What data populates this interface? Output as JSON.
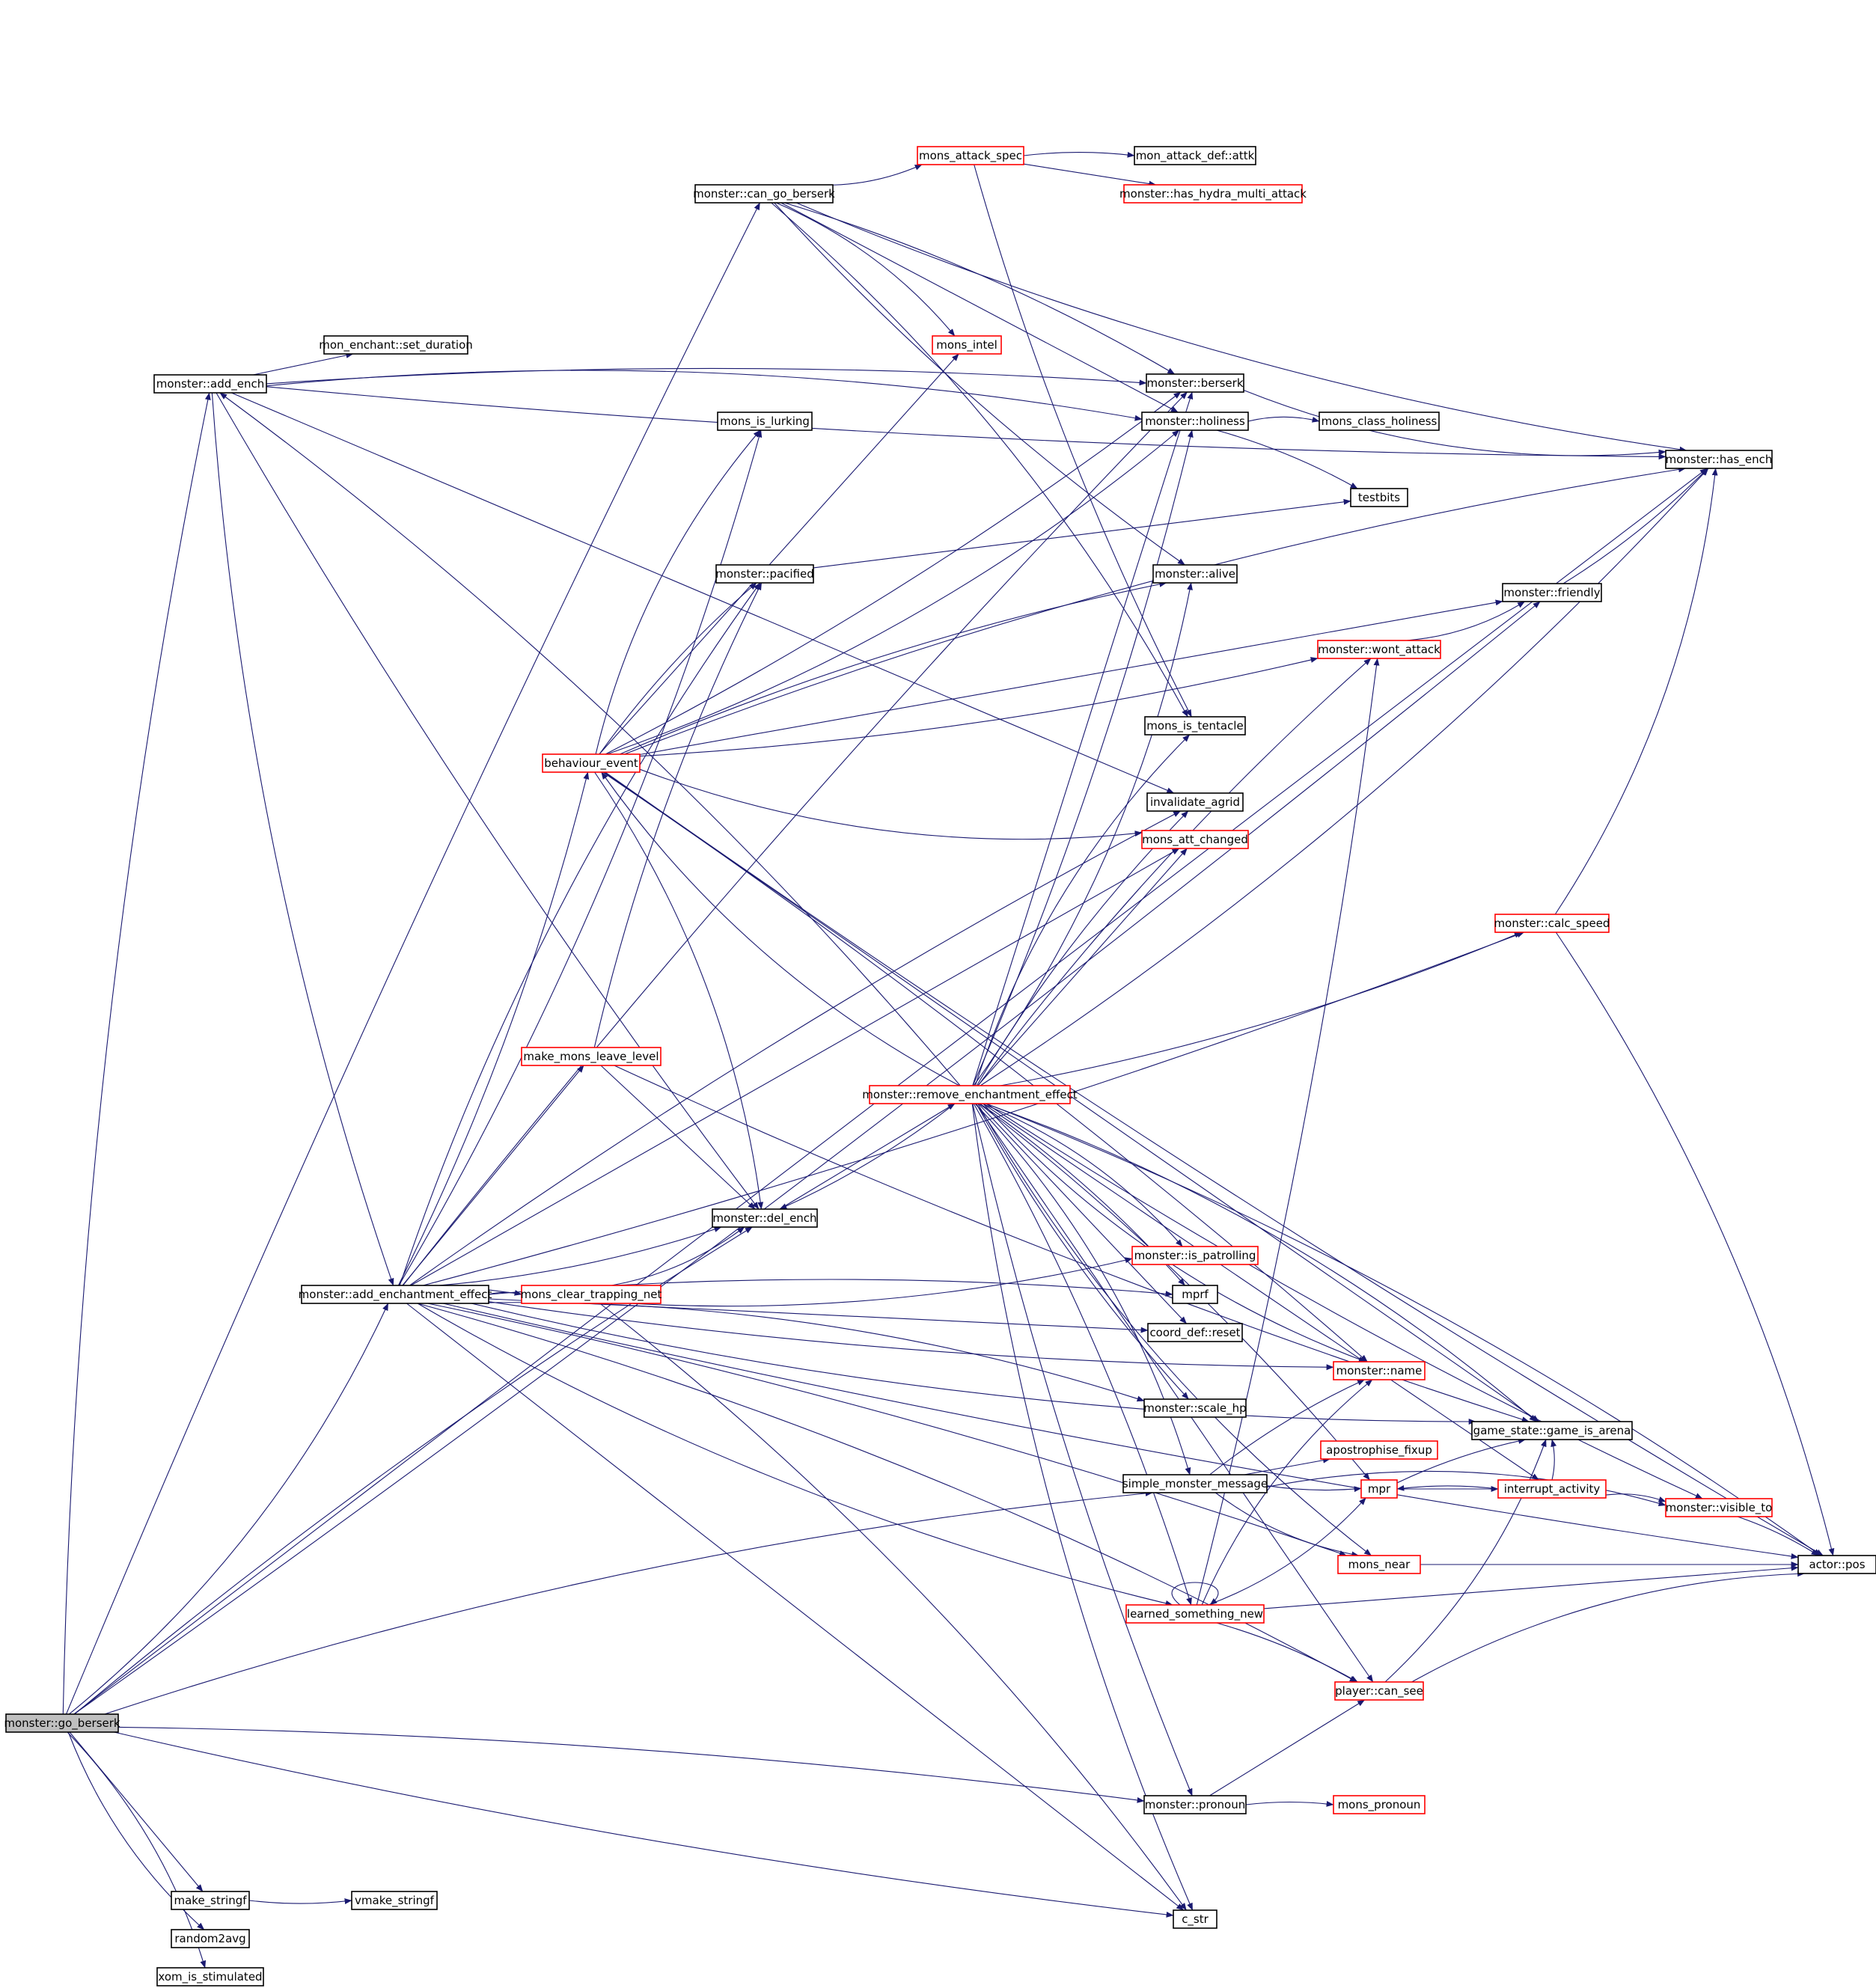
{
  "colors": {
    "edge": "#191970",
    "node_border_default": "#000000",
    "node_border_truncated": "#ff0000",
    "node_fill_focus": "#bfbfbf",
    "node_fill": "#ffffff"
  },
  "nodes": [
    {
      "id": "go_berserk",
      "label": "monster::go_berserk",
      "style": "focus"
    },
    {
      "id": "add_ench",
      "label": "monster::add_ench",
      "style": "normal"
    },
    {
      "id": "set_duration",
      "label": "mon_enchant::set_duration",
      "style": "normal"
    },
    {
      "id": "can_go_berserk",
      "label": "monster::can_go_berserk",
      "style": "normal"
    },
    {
      "id": "mons_attack_spec",
      "label": "mons_attack_spec",
      "style": "truncated"
    },
    {
      "id": "attk",
      "label": "mon_attack_def::attk",
      "style": "normal"
    },
    {
      "id": "has_hydra",
      "label": "monster::has_hydra_multi_attack",
      "style": "truncated"
    },
    {
      "id": "mons_intel",
      "label": "mons_intel",
      "style": "truncated"
    },
    {
      "id": "berserk",
      "label": "monster::berserk",
      "style": "normal"
    },
    {
      "id": "holiness",
      "label": "monster::holiness",
      "style": "normal"
    },
    {
      "id": "class_holiness",
      "label": "mons_class_holiness",
      "style": "normal"
    },
    {
      "id": "has_ench",
      "label": "monster::has_ench",
      "style": "normal"
    },
    {
      "id": "testbits",
      "label": "testbits",
      "style": "normal"
    },
    {
      "id": "lurking",
      "label": "mons_is_lurking",
      "style": "normal"
    },
    {
      "id": "pacified",
      "label": "monster::pacified",
      "style": "normal"
    },
    {
      "id": "alive",
      "label": "monster::alive",
      "style": "normal"
    },
    {
      "id": "friendly",
      "label": "monster::friendly",
      "style": "normal"
    },
    {
      "id": "wont_attack",
      "label": "monster::wont_attack",
      "style": "truncated"
    },
    {
      "id": "behaviour_event",
      "label": "behaviour_event",
      "style": "truncated"
    },
    {
      "id": "tentacle",
      "label": "mons_is_tentacle",
      "style": "normal"
    },
    {
      "id": "invalidate_agrid",
      "label": "invalidate_agrid",
      "style": "normal"
    },
    {
      "id": "att_changed",
      "label": "mons_att_changed",
      "style": "truncated"
    },
    {
      "id": "calc_speed",
      "label": "monster::calc_speed",
      "style": "truncated"
    },
    {
      "id": "leave_level",
      "label": "make_mons_leave_level",
      "style": "truncated"
    },
    {
      "id": "remove_effect",
      "label": "monster::remove_enchantment_effect",
      "style": "truncated"
    },
    {
      "id": "del_ench",
      "label": "monster::del_ench",
      "style": "normal"
    },
    {
      "id": "is_patrolling",
      "label": "monster::is_patrolling",
      "style": "truncated"
    },
    {
      "id": "add_effect",
      "label": "monster::add_enchantment_effect",
      "style": "normal"
    },
    {
      "id": "trapping_net",
      "label": "mons_clear_trapping_net",
      "style": "truncated"
    },
    {
      "id": "mprf",
      "label": "mprf",
      "style": "normal"
    },
    {
      "id": "coord_reset",
      "label": "coord_def::reset",
      "style": "normal"
    },
    {
      "id": "name",
      "label": "monster::name",
      "style": "truncated"
    },
    {
      "id": "scale_hp",
      "label": "monster::scale_hp",
      "style": "normal"
    },
    {
      "id": "game_is_arena",
      "label": "game_state::game_is_arena",
      "style": "normal"
    },
    {
      "id": "apostrophise",
      "label": "apostrophise_fixup",
      "style": "truncated"
    },
    {
      "id": "simple_msg",
      "label": "simple_monster_message",
      "style": "normal"
    },
    {
      "id": "mpr",
      "label": "mpr",
      "style": "truncated"
    },
    {
      "id": "interrupt",
      "label": "interrupt_activity",
      "style": "truncated"
    },
    {
      "id": "visible_to",
      "label": "monster::visible_to",
      "style": "truncated"
    },
    {
      "id": "mons_near",
      "label": "mons_near",
      "style": "truncated"
    },
    {
      "id": "actor_pos",
      "label": "actor::pos",
      "style": "normal"
    },
    {
      "id": "learned",
      "label": "learned_something_new",
      "style": "truncated"
    },
    {
      "id": "can_see",
      "label": "player::can_see",
      "style": "truncated"
    },
    {
      "id": "pronoun",
      "label": "monster::pronoun",
      "style": "normal"
    },
    {
      "id": "mons_pronoun",
      "label": "mons_pronoun",
      "style": "truncated"
    },
    {
      "id": "make_stringf",
      "label": "make_stringf",
      "style": "normal"
    },
    {
      "id": "vmake_stringf",
      "label": "vmake_stringf",
      "style": "normal"
    },
    {
      "id": "c_str",
      "label": "c_str",
      "style": "normal"
    },
    {
      "id": "random2avg",
      "label": "random2avg",
      "style": "normal"
    },
    {
      "id": "xom",
      "label": "xom_is_stimulated",
      "style": "normal"
    }
  ],
  "edges": [
    [
      "go_berserk",
      "add_ench"
    ],
    [
      "go_berserk",
      "can_go_berserk"
    ],
    [
      "go_berserk",
      "has_ench"
    ],
    [
      "go_berserk",
      "friendly"
    ],
    [
      "go_berserk",
      "add_effect"
    ],
    [
      "go_berserk",
      "simple_msg"
    ],
    [
      "go_berserk",
      "pronoun"
    ],
    [
      "go_berserk",
      "make_stringf"
    ],
    [
      "go_berserk",
      "c_str"
    ],
    [
      "go_berserk",
      "random2avg"
    ],
    [
      "go_berserk",
      "xom"
    ],
    [
      "go_berserk",
      "del_ench"
    ],
    [
      "add_ench",
      "set_duration"
    ],
    [
      "add_ench",
      "has_ench"
    ],
    [
      "add_ench",
      "add_effect"
    ],
    [
      "add_ench",
      "holiness"
    ],
    [
      "add_ench",
      "berserk"
    ],
    [
      "add_ench",
      "invalidate_agrid"
    ],
    [
      "add_ench",
      "del_ench"
    ],
    [
      "can_go_berserk",
      "mons_attack_spec"
    ],
    [
      "can_go_berserk",
      "mons_intel"
    ],
    [
      "can_go_berserk",
      "berserk"
    ],
    [
      "can_go_berserk",
      "holiness"
    ],
    [
      "can_go_berserk",
      "alive"
    ],
    [
      "can_go_berserk",
      "has_ench"
    ],
    [
      "can_go_berserk",
      "tentacle"
    ],
    [
      "mons_attack_spec",
      "attk"
    ],
    [
      "mons_attack_spec",
      "has_hydra"
    ],
    [
      "mons_attack_spec",
      "tentacle"
    ],
    [
      "berserk",
      "has_ench"
    ],
    [
      "holiness",
      "class_holiness"
    ],
    [
      "holiness",
      "testbits"
    ],
    [
      "pacified",
      "testbits"
    ],
    [
      "friendly",
      "has_ench"
    ],
    [
      "wont_attack",
      "friendly"
    ],
    [
      "behaviour_event",
      "lurking"
    ],
    [
      "behaviour_event",
      "pacified"
    ],
    [
      "behaviour_event",
      "mons_intel"
    ],
    [
      "behaviour_event",
      "berserk"
    ],
    [
      "behaviour_event",
      "holiness"
    ],
    [
      "behaviour_event",
      "has_ench"
    ],
    [
      "behaviour_event",
      "alive"
    ],
    [
      "behaviour_event",
      "friendly"
    ],
    [
      "behaviour_event",
      "wont_attack"
    ],
    [
      "behaviour_event",
      "att_changed"
    ],
    [
      "behaviour_event",
      "del_ench"
    ],
    [
      "behaviour_event",
      "name"
    ],
    [
      "behaviour_event",
      "game_is_arena"
    ],
    [
      "behaviour_event",
      "actor_pos"
    ],
    [
      "calc_speed",
      "has_ench"
    ],
    [
      "calc_speed",
      "actor_pos"
    ],
    [
      "leave_level",
      "pacified"
    ],
    [
      "leave_level",
      "del_ench"
    ],
    [
      "leave_level",
      "game_is_arena"
    ],
    [
      "remove_effect",
      "add_ench"
    ],
    [
      "remove_effect",
      "behaviour_event"
    ],
    [
      "remove_effect",
      "del_ench"
    ],
    [
      "remove_effect",
      "berserk"
    ],
    [
      "remove_effect",
      "holiness"
    ],
    [
      "remove_effect",
      "alive"
    ],
    [
      "remove_effect",
      "tentacle"
    ],
    [
      "remove_effect",
      "invalidate_agrid"
    ],
    [
      "remove_effect",
      "att_changed"
    ],
    [
      "remove_effect",
      "calc_speed"
    ],
    [
      "remove_effect",
      "has_ench"
    ],
    [
      "remove_effect",
      "is_patrolling"
    ],
    [
      "remove_effect",
      "mprf"
    ],
    [
      "remove_effect",
      "coord_reset"
    ],
    [
      "remove_effect",
      "scale_hp"
    ],
    [
      "remove_effect",
      "name"
    ],
    [
      "remove_effect",
      "game_is_arena"
    ],
    [
      "remove_effect",
      "mpr"
    ],
    [
      "remove_effect",
      "interrupt"
    ],
    [
      "remove_effect",
      "visible_to"
    ],
    [
      "remove_effect",
      "mons_near"
    ],
    [
      "remove_effect",
      "actor_pos"
    ],
    [
      "remove_effect",
      "learned"
    ],
    [
      "remove_effect",
      "can_see"
    ],
    [
      "remove_effect",
      "pronoun"
    ],
    [
      "remove_effect",
      "c_str"
    ],
    [
      "remove_effect",
      "simple_msg"
    ],
    [
      "remove_effect",
      "wont_attack"
    ],
    [
      "del_ench",
      "remove_effect"
    ],
    [
      "add_effect",
      "behaviour_event"
    ],
    [
      "add_effect",
      "lurking"
    ],
    [
      "add_effect",
      "pacified"
    ],
    [
      "add_effect",
      "berserk"
    ],
    [
      "add_effect",
      "leave_level"
    ],
    [
      "add_effect",
      "del_ench"
    ],
    [
      "add_effect",
      "is_patrolling"
    ],
    [
      "add_effect",
      "trapping_net"
    ],
    [
      "add_effect",
      "mprf"
    ],
    [
      "add_effect",
      "coord_reset"
    ],
    [
      "add_effect",
      "name"
    ],
    [
      "add_effect",
      "game_is_arena"
    ],
    [
      "add_effect",
      "scale_hp"
    ],
    [
      "add_effect",
      "invalidate_agrid"
    ],
    [
      "add_effect",
      "att_changed"
    ],
    [
      "add_effect",
      "calc_speed"
    ],
    [
      "add_effect",
      "learned"
    ],
    [
      "add_effect",
      "can_see"
    ],
    [
      "add_effect",
      "mons_near"
    ],
    [
      "add_effect",
      "c_str"
    ],
    [
      "add_effect",
      "actor_pos"
    ],
    [
      "trapping_net",
      "del_ench"
    ],
    [
      "trapping_net",
      "c_str"
    ],
    [
      "simple_msg",
      "name"
    ],
    [
      "simple_msg",
      "apostrophise"
    ],
    [
      "simple_msg",
      "mpr"
    ],
    [
      "simple_msg",
      "mons_near"
    ],
    [
      "simple_msg",
      "visible_to"
    ],
    [
      "mpr",
      "game_is_arena"
    ],
    [
      "mpr",
      "interrupt"
    ],
    [
      "interrupt",
      "mpr"
    ],
    [
      "interrupt",
      "game_is_arena"
    ],
    [
      "interrupt",
      "visible_to"
    ],
    [
      "visible_to",
      "actor_pos"
    ],
    [
      "mons_near",
      "actor_pos"
    ],
    [
      "learned",
      "learned"
    ],
    [
      "learned",
      "mpr"
    ],
    [
      "learned",
      "name"
    ],
    [
      "learned",
      "can_see"
    ],
    [
      "learned",
      "actor_pos"
    ],
    [
      "learned",
      "wont_attack"
    ],
    [
      "can_see",
      "game_is_arena"
    ],
    [
      "can_see",
      "actor_pos"
    ],
    [
      "pronoun",
      "mons_pronoun"
    ],
    [
      "pronoun",
      "can_see"
    ],
    [
      "make_stringf",
      "vmake_stringf"
    ]
  ]
}
